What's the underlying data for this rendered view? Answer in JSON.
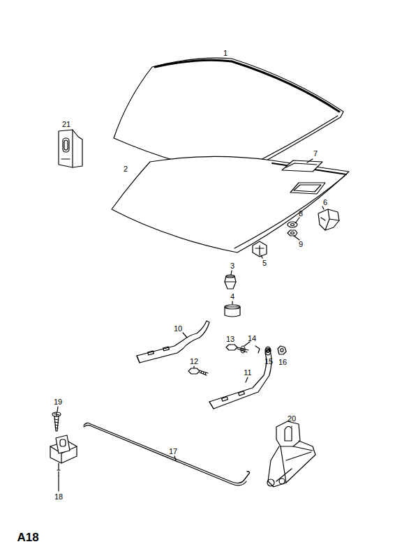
{
  "diagram": {
    "labels": [
      "1",
      "21",
      "2",
      "7",
      "6",
      "8",
      "9",
      "5",
      "3",
      "4",
      "10",
      "14",
      "13",
      "15",
      "16",
      "12",
      "11",
      "19",
      "20",
      "17",
      "18",
      "A18"
    ]
  }
}
